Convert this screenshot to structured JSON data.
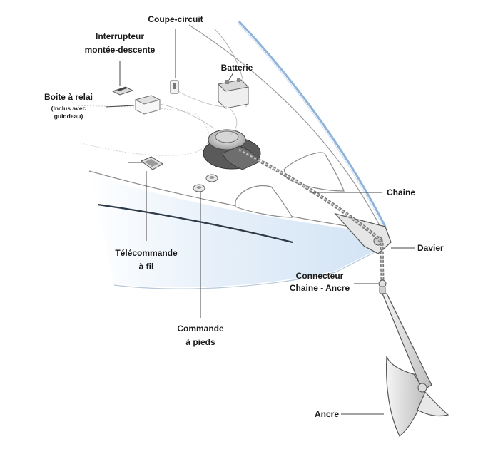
{
  "labels": {
    "coupe_circuit": "Coupe-circuit",
    "interrupteur_1": "Interrupteur",
    "interrupteur_2": "montée-descente",
    "boite_relai": "Boite à relai",
    "boite_note_1": "(Inclus avec",
    "boite_note_2": "guindeau)",
    "batterie": "Batterie",
    "chaine": "Chaine",
    "davier": "Davier",
    "connecteur_1": "Connecteur",
    "connecteur_2": "Chaine - Ancre",
    "telecommande_1": "Télécommande",
    "telecommande_2": "à fil",
    "commande_1": "Commande",
    "commande_2": "à pieds",
    "ancre": "Ancre"
  },
  "colors": {
    "hull_blue": "#dbe9f6",
    "rail_blue": "#8fb3d9",
    "line_gray": "#9a9a9a",
    "leader": "#333333",
    "dark_line": "#2f3a48"
  }
}
